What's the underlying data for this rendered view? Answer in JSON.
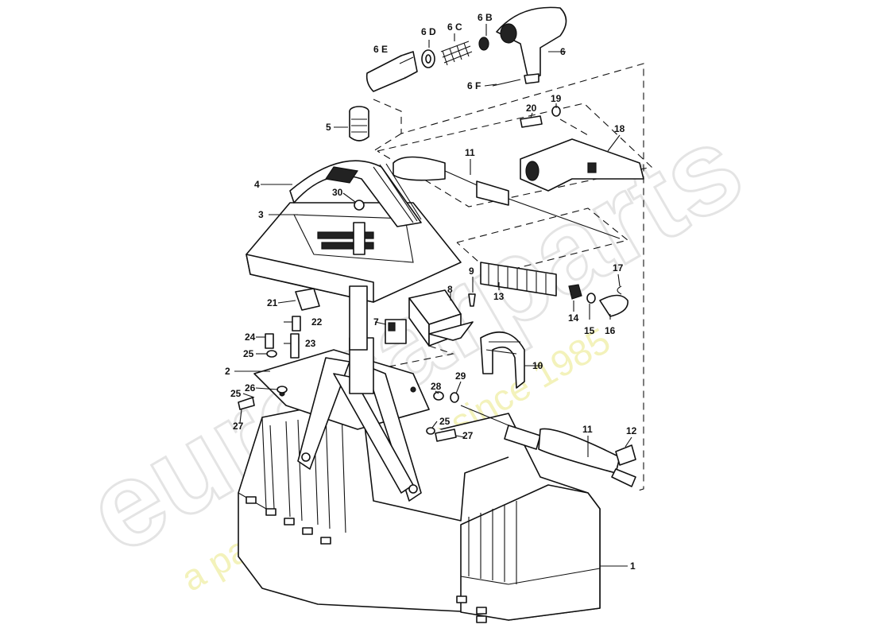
{
  "watermark": {
    "brand": "eurocarparts",
    "tagline": "a passion for parts since 1985"
  },
  "callouts": [
    {
      "id": "c1",
      "text": "1"
    },
    {
      "id": "c2",
      "text": "2"
    },
    {
      "id": "c3",
      "text": "3"
    },
    {
      "id": "c4",
      "text": "4"
    },
    {
      "id": "c5",
      "text": "5"
    },
    {
      "id": "c6",
      "text": "6"
    },
    {
      "id": "c6B",
      "text": "6 B"
    },
    {
      "id": "c6C",
      "text": "6 C"
    },
    {
      "id": "c6D",
      "text": "6 D"
    },
    {
      "id": "c6E",
      "text": "6 E"
    },
    {
      "id": "c6F",
      "text": "6 F"
    },
    {
      "id": "c7",
      "text": "7"
    },
    {
      "id": "c8",
      "text": "8"
    },
    {
      "id": "c9",
      "text": "9"
    },
    {
      "id": "c10",
      "text": "10"
    },
    {
      "id": "c11a",
      "text": "11"
    },
    {
      "id": "c11b",
      "text": "11"
    },
    {
      "id": "c12",
      "text": "12"
    },
    {
      "id": "c13",
      "text": "13"
    },
    {
      "id": "c14",
      "text": "14"
    },
    {
      "id": "c15",
      "text": "15"
    },
    {
      "id": "c16",
      "text": "16"
    },
    {
      "id": "c17",
      "text": "17"
    },
    {
      "id": "c18",
      "text": "18"
    },
    {
      "id": "c19",
      "text": "19"
    },
    {
      "id": "c20",
      "text": "20"
    },
    {
      "id": "c21",
      "text": "21"
    },
    {
      "id": "c22",
      "text": "22"
    },
    {
      "id": "c23",
      "text": "23"
    },
    {
      "id": "c24",
      "text": "24"
    },
    {
      "id": "c25a",
      "text": "25"
    },
    {
      "id": "c25b",
      "text": "25"
    },
    {
      "id": "c25c",
      "text": "25"
    },
    {
      "id": "c26",
      "text": "26"
    },
    {
      "id": "c27a",
      "text": "27"
    },
    {
      "id": "c27b",
      "text": "27"
    },
    {
      "id": "c28",
      "text": "28"
    },
    {
      "id": "c29",
      "text": "29"
    },
    {
      "id": "c30",
      "text": "30"
    }
  ]
}
